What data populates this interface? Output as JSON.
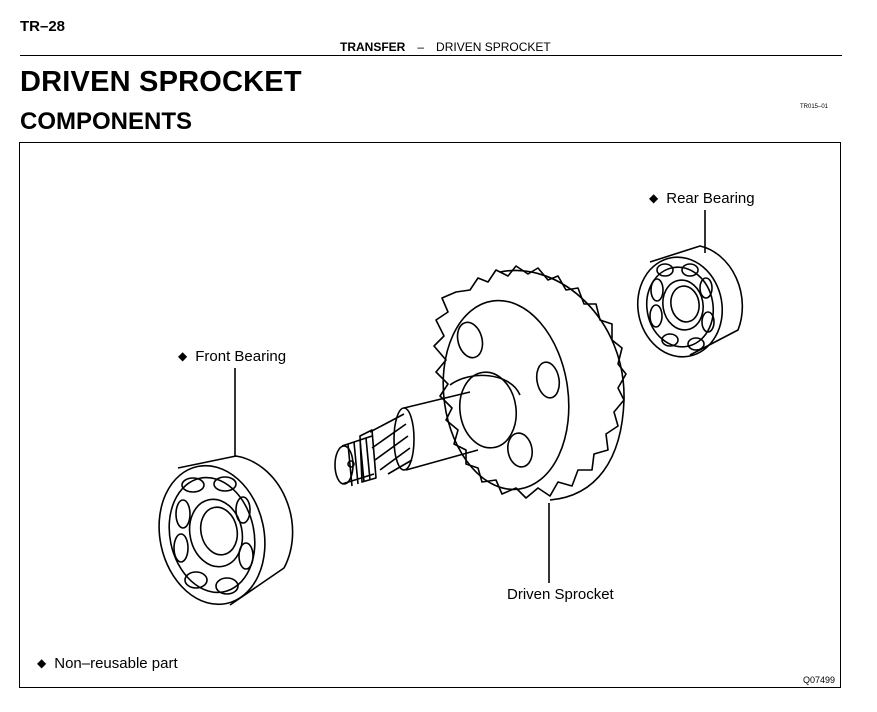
{
  "page_number": "TR–28",
  "running_header": {
    "section": "TRANSFER",
    "separator": "–",
    "topic": "DRIVEN SPROCKET"
  },
  "title": "DRIVEN SPROCKET",
  "subtitle": "COMPONENTS",
  "doc_code": "TR015–01",
  "figure": {
    "callouts": {
      "rear_bearing": "Rear Bearing",
      "front_bearing": "Front Bearing",
      "driven_sprocket": "Driven Sprocket"
    },
    "legend_text": "Non–reusable part",
    "figure_code": "Q07499",
    "marker_icon": "diamond-icon"
  }
}
